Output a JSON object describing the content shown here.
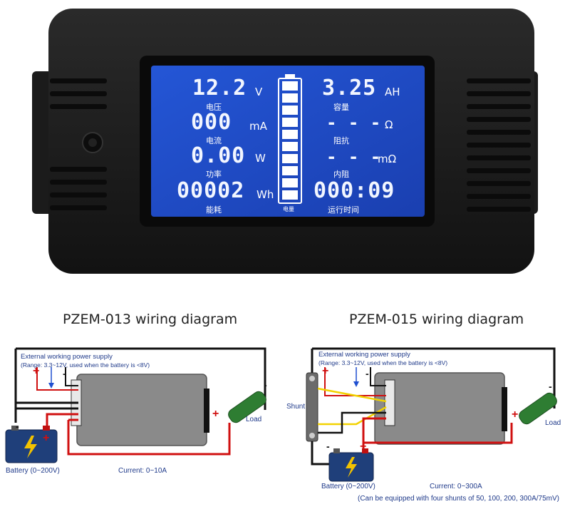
{
  "meter": {
    "left": {
      "voltage": {
        "value": "12.2",
        "label": "电压",
        "unit": "V"
      },
      "current": {
        "value": "000",
        "label": "电流",
        "unit": "mA"
      },
      "power": {
        "value": "0.00",
        "label": "功率",
        "unit": "W"
      },
      "energy": {
        "value": "00002",
        "label": "能耗",
        "unit": "Wh"
      }
    },
    "battery_label": "电量",
    "battery_segments": 10,
    "right": {
      "capacity": {
        "value": "3.25",
        "label": "容量",
        "unit": "AH"
      },
      "resistance": {
        "value": "- - -",
        "label": "阻抗",
        "unit": "Ω"
      },
      "internal_resistance": {
        "value": "- - -",
        "label": "内阻",
        "unit": "mΩ"
      },
      "runtime": {
        "value": "000:09",
        "label": "运行时间"
      }
    }
  },
  "diagram_013": {
    "title": "PZEM-013 wiring diagram",
    "ext_supply": "External working power supply",
    "ext_range": "(Range: 3.3~12V, used when the battery is <8V)",
    "battery": "Battery (0~200V)",
    "current": "Current: 0~10A",
    "load": "Load",
    "plus": "+",
    "minus": "-"
  },
  "diagram_015": {
    "title": "PZEM-015 wiring diagram",
    "ext_supply": "External working power supply",
    "ext_range": "(Range: 3.3~12V, used when the battery is <8V)",
    "shunt": "Shunt",
    "battery": "Battery (0~200V)",
    "current": "Current: 0~300A",
    "note": "(Can be equipped with four shunts of 50, 100, 200, 300A/75mV)",
    "load": "Load",
    "plus": "+",
    "minus": "-"
  }
}
